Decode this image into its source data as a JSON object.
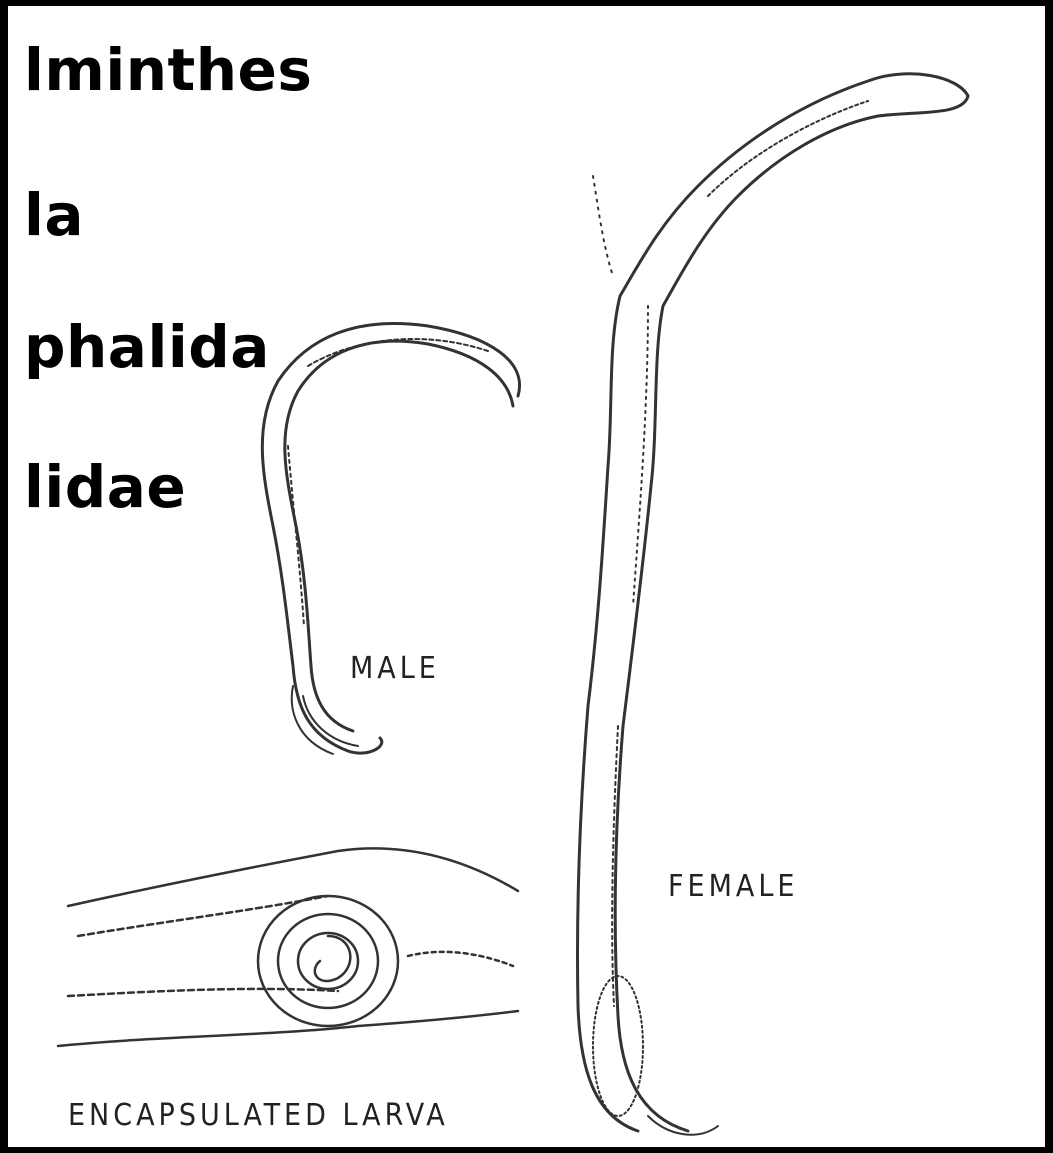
{
  "headings": [
    "lminthes",
    "la",
    "phalida",
    "lidae"
  ],
  "figure_labels": {
    "male": "MALE",
    "female": "FEMALE",
    "larva": "ENCAPSULATED LARVA"
  }
}
